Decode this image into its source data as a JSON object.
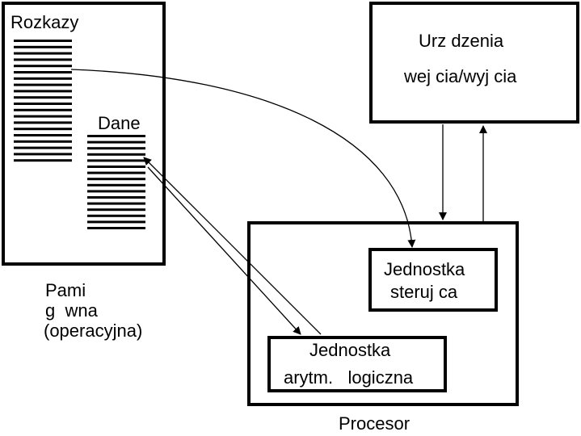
{
  "memory": {
    "rozkazy_label": "Rozkazy",
    "dane_label": "Dane",
    "caption_line1": "Pami",
    "caption_line2": "g  wna",
    "caption_line3": "(operacyjna)"
  },
  "io": {
    "line1": "Urz dzenia",
    "line2": "wej cia/wyj cia"
  },
  "processor": {
    "label": "Procesor",
    "control_unit": {
      "line1": "Jednostka",
      "line2": "steruj ca"
    },
    "alu": {
      "line1": "Jednostka",
      "line2": "arytm.   logiczna"
    }
  }
}
